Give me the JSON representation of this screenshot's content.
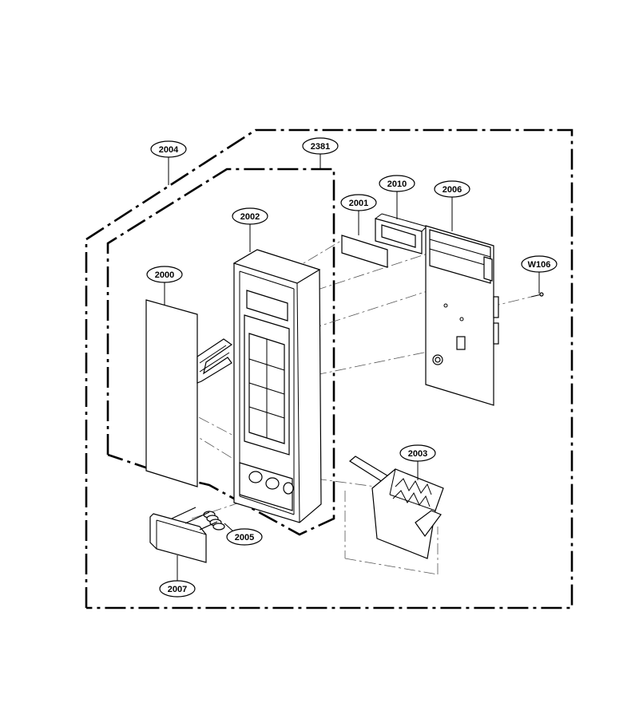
{
  "diagram": {
    "callouts": [
      {
        "id": "c2004",
        "label": "2004"
      },
      {
        "id": "c2381",
        "label": "2381"
      },
      {
        "id": "c2002",
        "label": "2002"
      },
      {
        "id": "c2001",
        "label": "2001"
      },
      {
        "id": "c2010",
        "label": "2010"
      },
      {
        "id": "c2006",
        "label": "2006"
      },
      {
        "id": "cW106",
        "label": "W106"
      },
      {
        "id": "c2000",
        "label": "2000"
      },
      {
        "id": "c2003",
        "label": "2003"
      },
      {
        "id": "c2005",
        "label": "2005"
      },
      {
        "id": "c2007",
        "label": "2007"
      }
    ]
  }
}
